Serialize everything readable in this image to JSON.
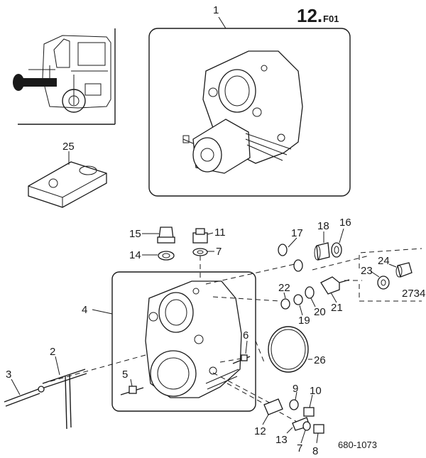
{
  "sheet": {
    "section": "12.",
    "section_suffix": "F01",
    "drawing_number": "680-1073",
    "reference_label": "2734"
  },
  "callouts": {
    "c1": "1",
    "c2": "2",
    "c3": "3",
    "c4": "4",
    "c5": "5",
    "c6": "6",
    "c7a": "7",
    "c7b": "7",
    "c8": "8",
    "c9": "9",
    "c10": "10",
    "c11": "11",
    "c12": "12",
    "c13": "13",
    "c14": "14",
    "c15": "15",
    "c16": "16",
    "c17": "17",
    "c18": "18",
    "c19": "19",
    "c20": "20",
    "c21": "21",
    "c22": "22",
    "c23": "23",
    "c24": "24",
    "c25": "25",
    "c26": "26"
  },
  "colors": {
    "ink": "#1a1a1a",
    "paper": "#ffffff"
  }
}
